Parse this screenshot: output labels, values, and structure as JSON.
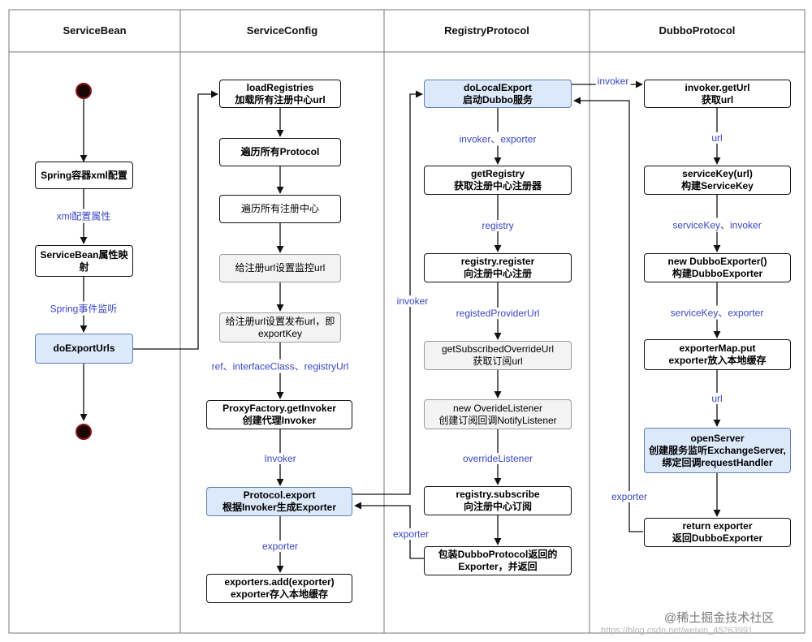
{
  "lanes": {
    "service_bean": "ServiceBean",
    "service_config": "ServiceConfig",
    "registry_protocol": "RegistryProtocol",
    "dubbo_protocol": "DubboProtocol"
  },
  "service_bean": {
    "spring_xml": "Spring容器xml配置",
    "bean_mapping": "ServiceBean属性映射",
    "do_export_urls": "doExportUrls"
  },
  "service_config": {
    "load_registries_1": "loadRegistries",
    "load_registries_2": "加载所有注册中心url",
    "traverse_protocol": "遍历所有Protocol",
    "traverse_registry": "遍历所有注册中心",
    "set_monitor_url": "给注册url设置监控url",
    "set_export_url_1": "给注册url设置发布url，即",
    "set_export_url_2": "exportKey",
    "proxy_factory_1": "ProxyFactory.getInvoker",
    "proxy_factory_2": "创建代理Invoker",
    "protocol_export_1": "Protocol.export",
    "protocol_export_2": "根据Invoker生成Exporter",
    "exporters_add_1": "exporters.add(exporter)",
    "exporters_add_2": "exporter存入本地缓存"
  },
  "registry_protocol": {
    "do_local_export_1": "doLocalExport",
    "do_local_export_2": "启动Dubbo服务",
    "get_registry_1": "getRegistry",
    "get_registry_2": "获取注册中心注册器",
    "registry_register_1": "registry.register",
    "registry_register_2": "向注册中心注册",
    "get_override_url_1": "getSubscribedOverrideUrl",
    "get_override_url_2": "获取订阅url",
    "override_listener_1": "new OverideListener",
    "override_listener_2": "创建订阅回调NotifyListener",
    "registry_subscribe_1": "registry.subscribe",
    "registry_subscribe_2": "向注册中心订阅",
    "wrap_exporter_1": "包装DubboProtocol返回的",
    "wrap_exporter_2": "Exporter，并返回"
  },
  "dubbo_protocol": {
    "invoker_get_url_1": "invoker.getUrl",
    "invoker_get_url_2": "获取url",
    "service_key_1": "serviceKey(url)",
    "service_key_2": "构建ServiceKey",
    "new_exporter_1": "new DubboExporter()",
    "new_exporter_2": "构建DubboExporter",
    "exporter_map_1": "exporterMap.put",
    "exporter_map_2": "exporter放入本地缓存",
    "open_server_1": "openServer",
    "open_server_2": "创建服务监听ExchangeServer,",
    "open_server_3": "绑定回调requestHandler",
    "return_exporter_1": "return exporter",
    "return_exporter_2": "返回DubboExporter"
  },
  "edge_labels": {
    "xml_props": "xml配置属性",
    "spring_event": "Spring事件监听",
    "ref_interface": "ref、interfaceClass、registryUrl",
    "invoker_cap": "Invoker",
    "exporter_sc": "exporter",
    "invoker_exporter": "invoker、exporter",
    "registry": "registry",
    "registed_provider_url": "registedProviderUrl",
    "override_listener": "overrideListener",
    "invoker_cross": "invoker",
    "exporter_rp": "exporter",
    "invoker_top": "invoker",
    "url_1": "url",
    "servicekey_invoker": "serviceKey、invoker",
    "servicekey_exporter": "serviceKey、exporter",
    "url_2": "url",
    "exporter_dp": "exporter"
  },
  "watermark": {
    "main": "@稀土掘金技术社区",
    "sub": "https://blog.csdn.net/weixin_45263991"
  }
}
